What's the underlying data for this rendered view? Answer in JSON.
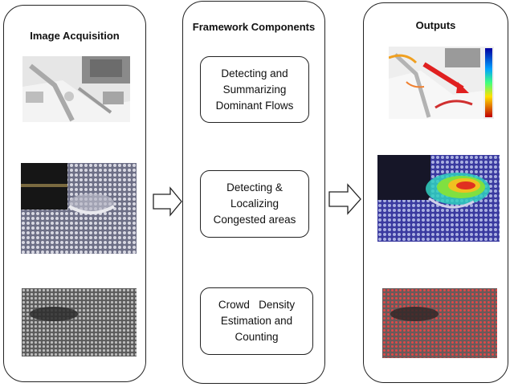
{
  "panels": {
    "acquisition": {
      "title": "Image Acquisition"
    },
    "framework": {
      "title": "Framework Components",
      "components": [
        {
          "lines": [
            "Detecting and",
            "Summarizing",
            "Dominant Flows"
          ]
        },
        {
          "lines": [
            "Detecting &",
            "Localizing",
            "Congested areas"
          ]
        },
        {
          "lines": [
            "Crowd   Density",
            "Estimation and",
            "Counting"
          ]
        }
      ]
    },
    "outputs": {
      "title": "Outputs"
    }
  },
  "images": {
    "acquisition": [
      "aerial-view-photo",
      "crowd-around-kaaba-photo",
      "dense-crowd-grayscale-photo"
    ],
    "outputs": [
      "dominant-flow-map",
      "congestion-heatmap",
      "crowd-density-overlay"
    ]
  },
  "colors": {
    "stroke": "#222222",
    "flow_arrow": "#e02020",
    "heat_low": "#2b2bd0",
    "heat_mid": "#30d030",
    "heat_high": "#e03020",
    "density_marks": "#d03030"
  }
}
